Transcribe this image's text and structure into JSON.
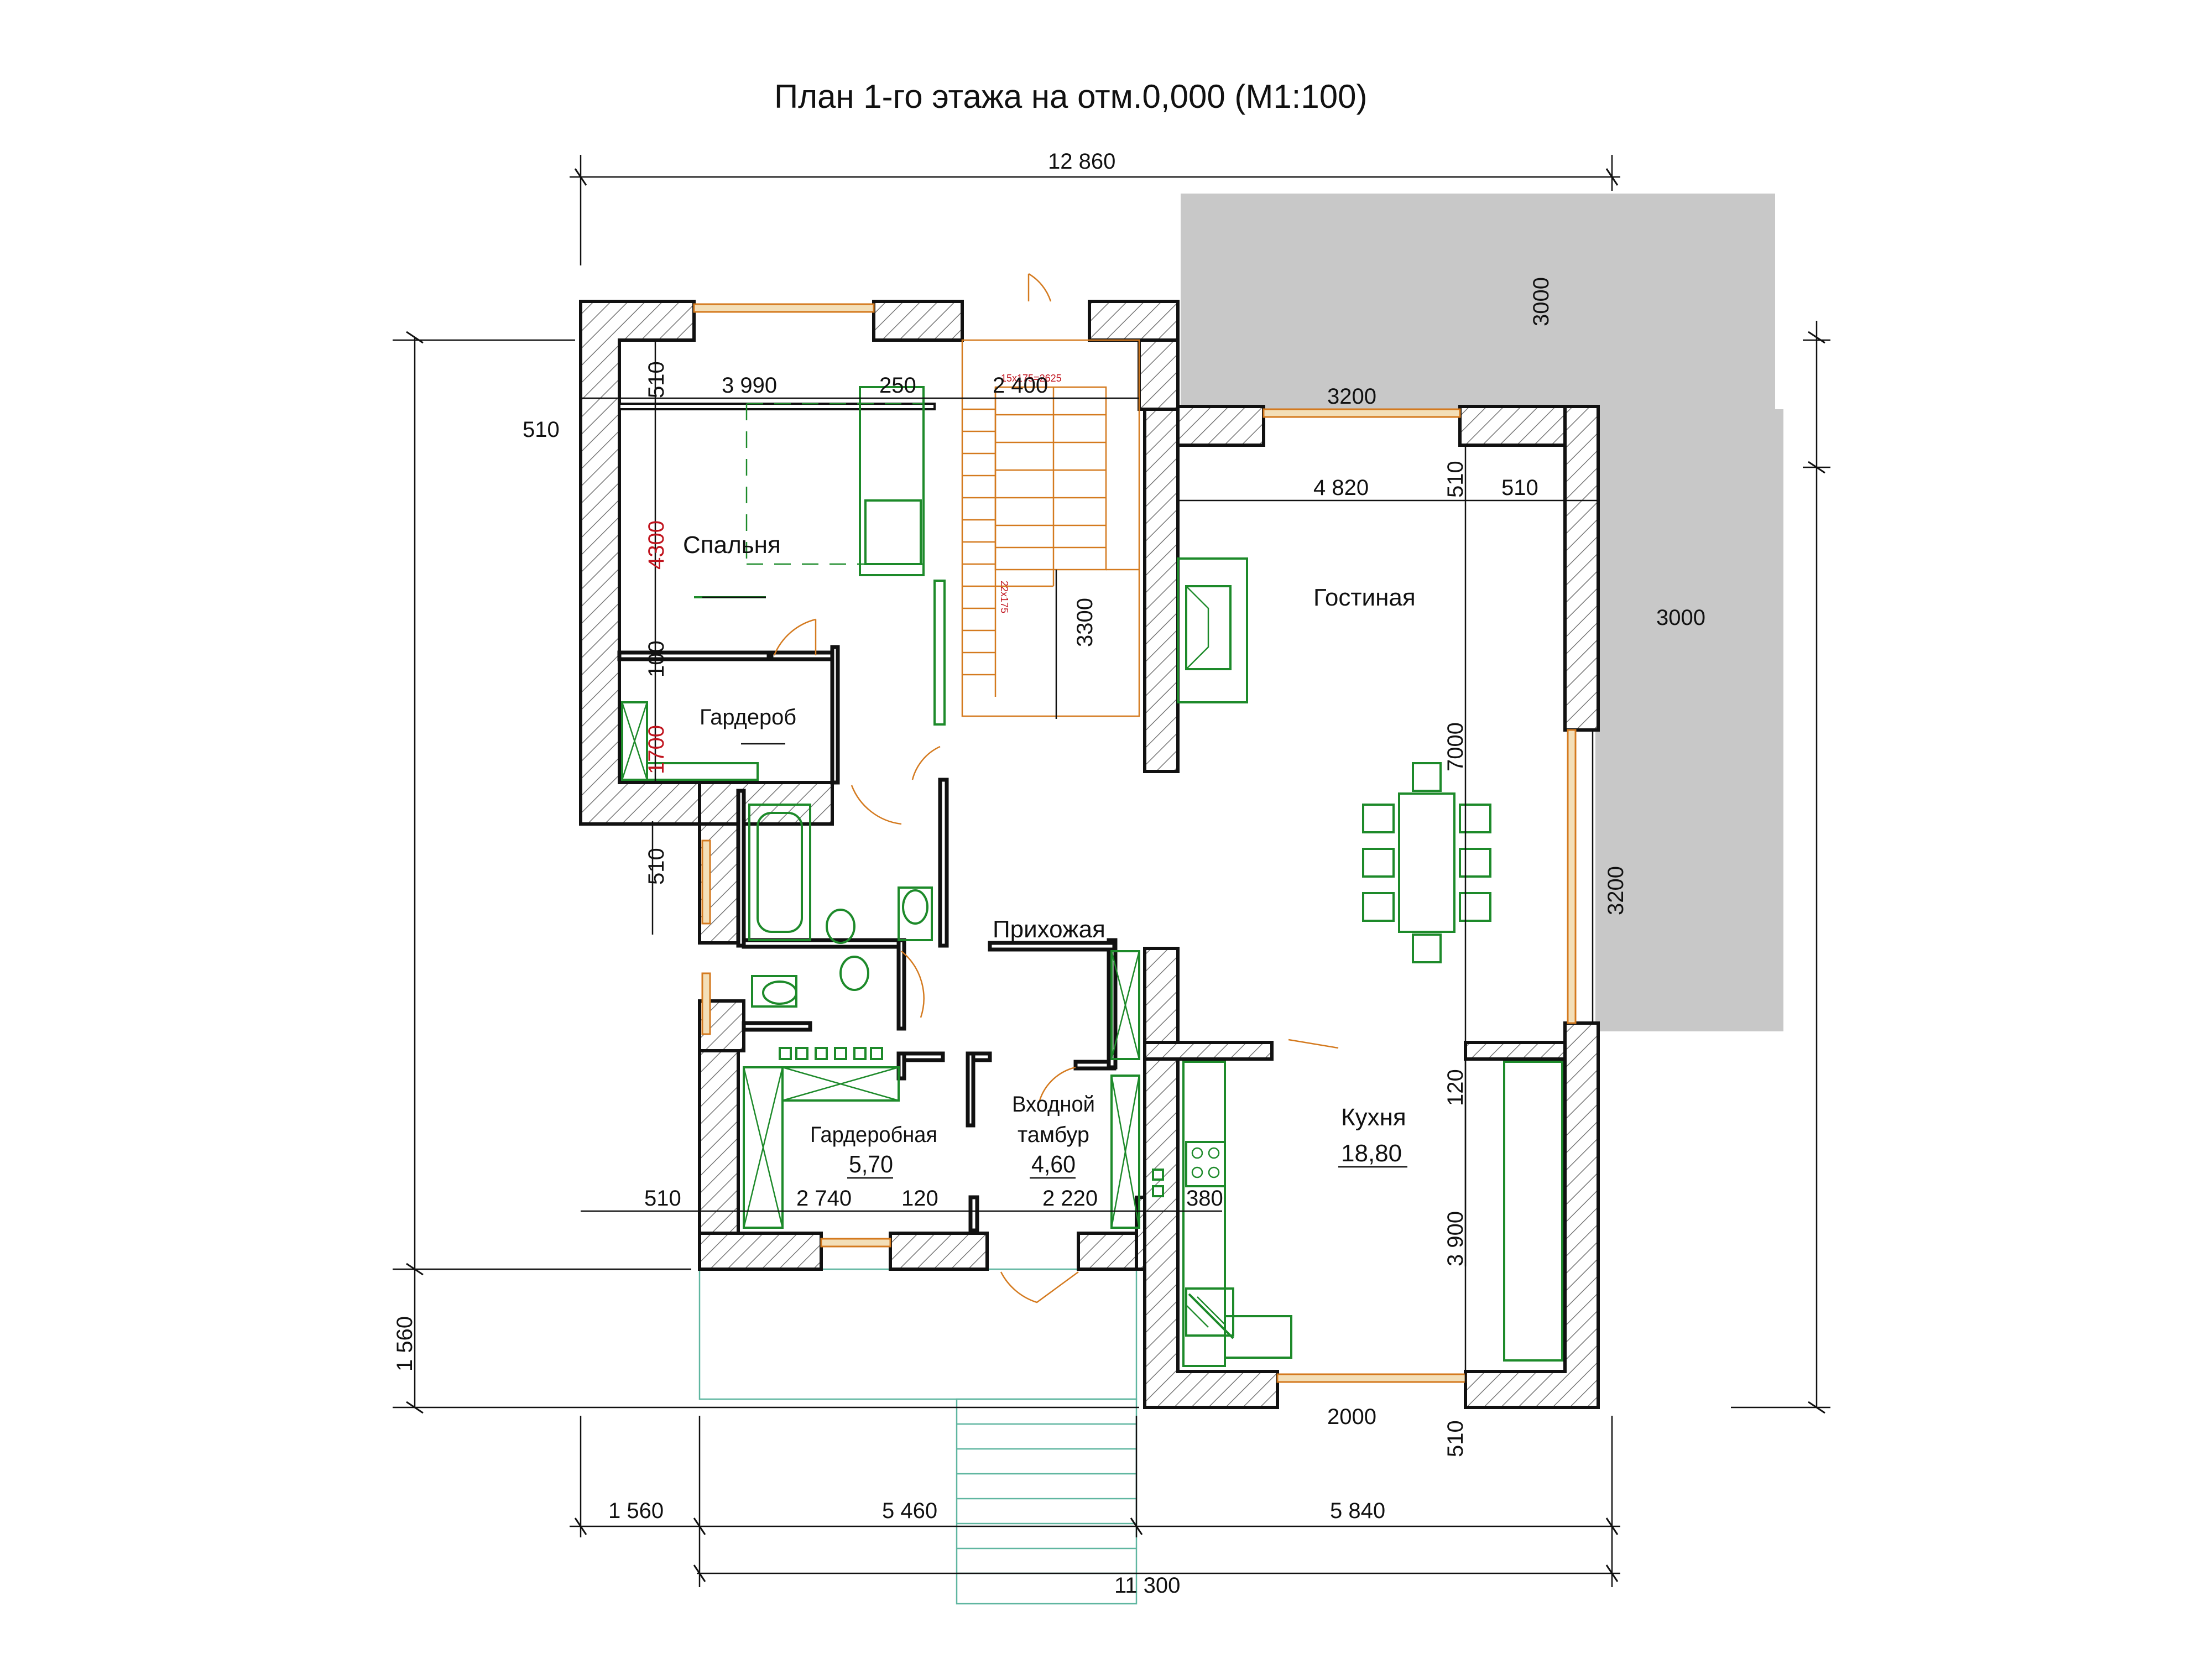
{
  "title": "План 1-го этажа на отм.0,000 (М1:100)",
  "rooms": {
    "bedroom": "Спальня",
    "wardrobe_small": "Гардероб",
    "living": "Гостиная",
    "hall": "Прихожая",
    "vestibule_l1": "Входной",
    "vestibule_l2": "тамбур",
    "vestibule_area": "4,60",
    "wardrobe": "Гардеробная",
    "wardrobe_area": "5,70",
    "kitchen": "Кухня",
    "kitchen_area": "18,80"
  },
  "dims": {
    "top_total": "12 860",
    "bottom_total": "11 300",
    "b1": "1 560",
    "b2": "5 460",
    "b3": "5 840",
    "left_total": "1 560",
    "wall_510_a": "510",
    "wall_510_b": "510",
    "wall_510_c": "510",
    "wall_510_d": "510",
    "wall_510_e": "510",
    "wall_510_f": "510",
    "wall_510_g": "510",
    "bed_w": "3 990",
    "d250": "250",
    "stair_w": "2 400",
    "stair_h": "3300",
    "bed_h": "4300",
    "d100": "100",
    "wardrobe_h": "1700",
    "win_top": "3200",
    "living_w": "4 820",
    "living_h": "7000",
    "win_right": "3200",
    "terrace_top": "3000",
    "terrace_right": "3000",
    "d120_k": "120",
    "kitchen_h": "3 900",
    "win_bottom": "2000",
    "g_w": "2 740",
    "d120_g": "120",
    "v_w": "2 220",
    "d380": "380",
    "stair_note": "15х175=2625",
    "stair_side": "22х175"
  }
}
